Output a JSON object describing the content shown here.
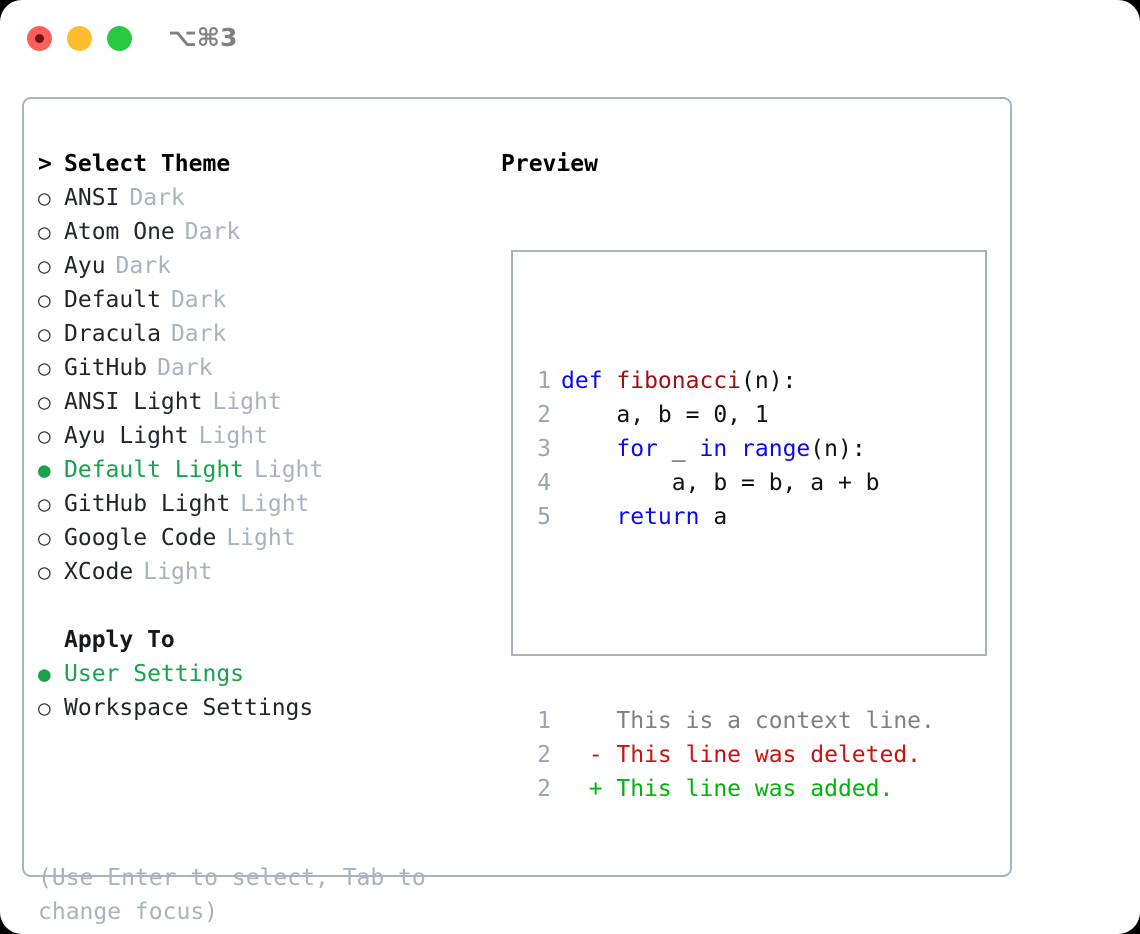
{
  "window": {
    "shortcut_label": "⌥⌘3",
    "traffic_lights": [
      "close",
      "minimize",
      "zoom"
    ],
    "accent_green": "#16a34a",
    "border_color": "#a9b4c2",
    "muted_color": "#a8b2c1"
  },
  "theme_picker": {
    "header_prefix": ">",
    "header_label": "Select Theme",
    "bullet_unselected": "○",
    "bullet_selected": "●",
    "items": [
      {
        "label": "ANSI",
        "variant": "Dark",
        "selected": false
      },
      {
        "label": "Atom One",
        "variant": "Dark",
        "selected": false
      },
      {
        "label": "Ayu",
        "variant": "Dark",
        "selected": false
      },
      {
        "label": "Default",
        "variant": "Dark",
        "selected": false
      },
      {
        "label": "Dracula",
        "variant": "Dark",
        "selected": false
      },
      {
        "label": "GitHub",
        "variant": "Dark",
        "selected": false
      },
      {
        "label": "ANSI Light",
        "variant": "Light",
        "selected": false
      },
      {
        "label": "Ayu Light",
        "variant": "Light",
        "selected": false
      },
      {
        "label": "Default Light",
        "variant": "Light",
        "selected": true
      },
      {
        "label": "GitHub Light",
        "variant": "Light",
        "selected": false
      },
      {
        "label": "Google Code",
        "variant": "Light",
        "selected": false
      },
      {
        "label": "XCode",
        "variant": "Light",
        "selected": false
      }
    ]
  },
  "apply_to": {
    "title": "Apply To",
    "options": [
      {
        "label": "User Settings",
        "selected": true
      },
      {
        "label": "Workspace Settings",
        "selected": false
      }
    ]
  },
  "hint": {
    "line1": "(Use Enter to select, Tab to",
    "line2": "change focus)"
  },
  "preview": {
    "title": "Preview",
    "code": [
      {
        "no": "1",
        "tokens": [
          {
            "t": "def ",
            "c": "kw"
          },
          {
            "t": "fibonacci",
            "c": "fn"
          },
          {
            "t": "(n):",
            "c": "pl"
          }
        ]
      },
      {
        "no": "2",
        "tokens": [
          {
            "t": "    a, b = 0, 1",
            "c": "pl"
          }
        ]
      },
      {
        "no": "3",
        "tokens": [
          {
            "t": "    ",
            "c": "pl"
          },
          {
            "t": "for",
            "c": "kw"
          },
          {
            "t": " _ ",
            "c": "pl"
          },
          {
            "t": "in",
            "c": "kw"
          },
          {
            "t": " ",
            "c": "pl"
          },
          {
            "t": "range",
            "c": "kw"
          },
          {
            "t": "(n):",
            "c": "pl"
          }
        ]
      },
      {
        "no": "4",
        "tokens": [
          {
            "t": "        a, b = b, a + b",
            "c": "pl"
          }
        ]
      },
      {
        "no": "5",
        "tokens": [
          {
            "t": "    ",
            "c": "pl"
          },
          {
            "t": "return",
            "c": "kw"
          },
          {
            "t": " a",
            "c": "pl"
          }
        ]
      }
    ],
    "diff": [
      {
        "no": "1",
        "marker": "  ",
        "text": "This is a context line.",
        "kind": "ctx"
      },
      {
        "no": "2",
        "marker": "- ",
        "text": "This line was deleted.",
        "kind": "del"
      },
      {
        "no": "2",
        "marker": "+ ",
        "text": "This line was added.",
        "kind": "add"
      }
    ]
  }
}
